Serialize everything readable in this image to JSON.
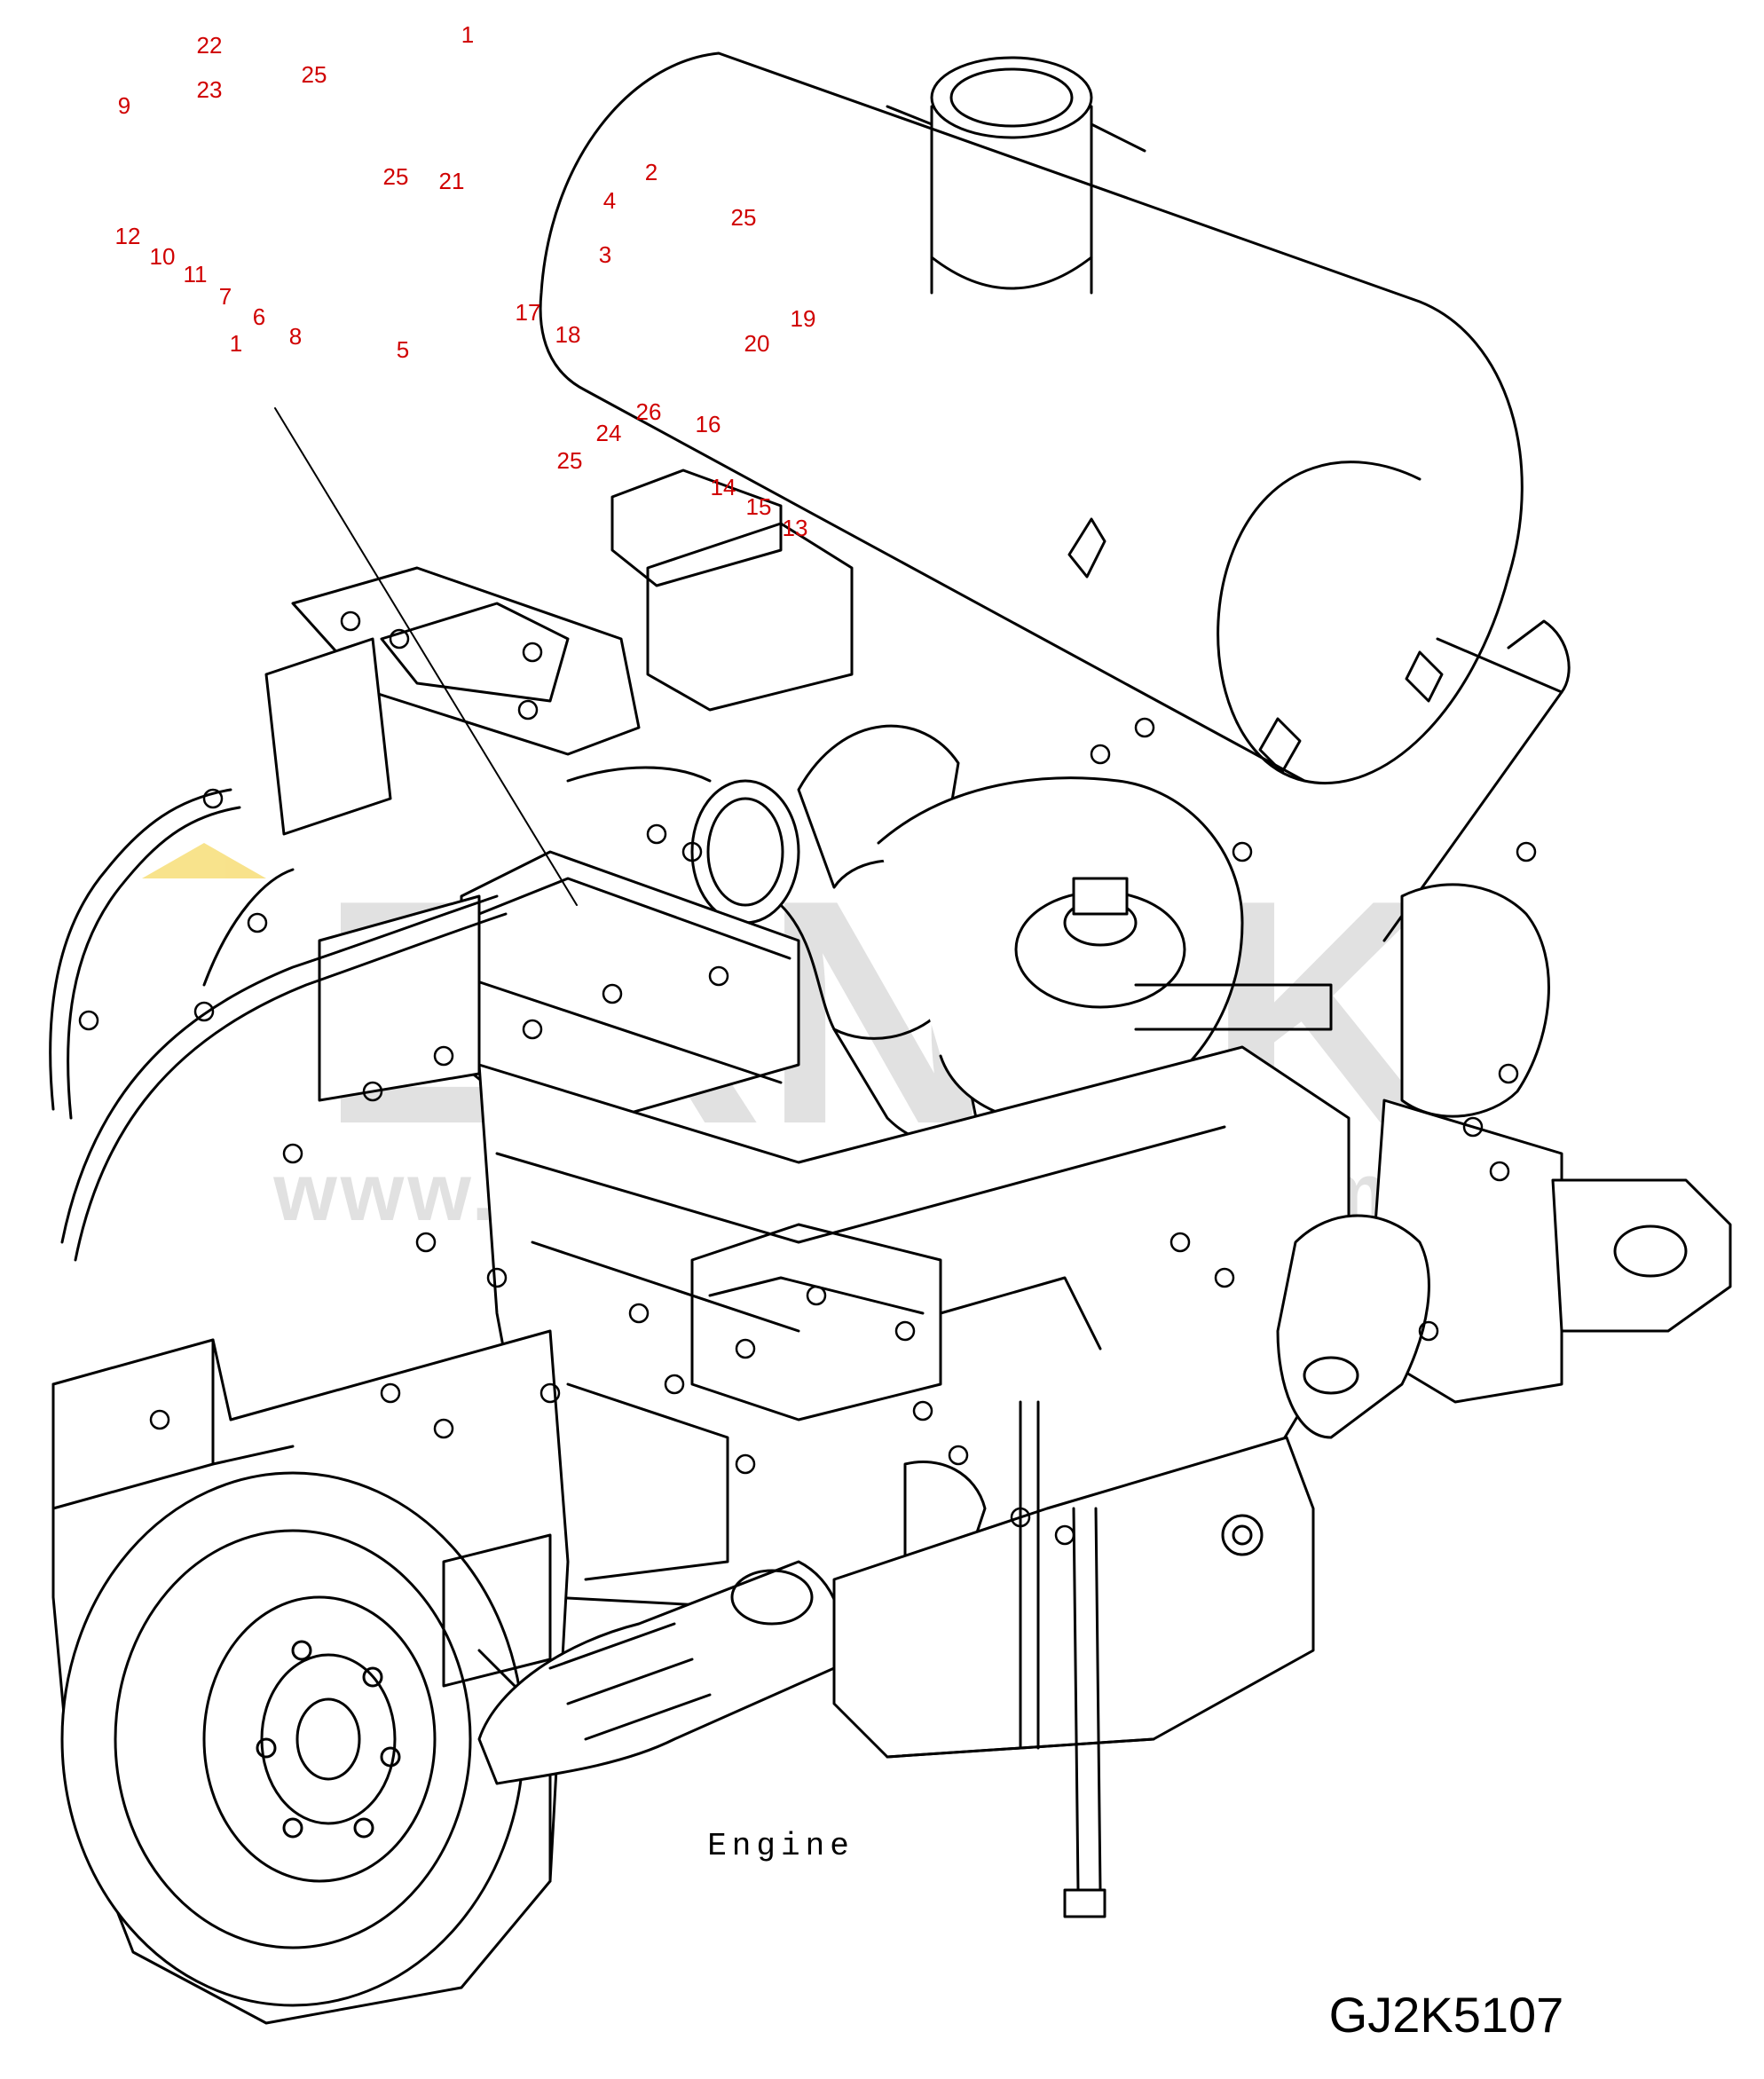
{
  "callouts": [
    {
      "label": "22"
    },
    {
      "label": "1"
    },
    {
      "label": "25"
    },
    {
      "label": "23"
    },
    {
      "label": "9"
    },
    {
      "label": "25"
    },
    {
      "label": "21"
    },
    {
      "label": "2"
    },
    {
      "label": "4"
    },
    {
      "label": "25"
    },
    {
      "label": "3"
    },
    {
      "label": "12"
    },
    {
      "label": "10"
    },
    {
      "label": "11"
    },
    {
      "label": "7"
    },
    {
      "label": "6"
    },
    {
      "label": "8"
    },
    {
      "label": "1"
    },
    {
      "label": "5"
    },
    {
      "label": "17"
    },
    {
      "label": "18"
    },
    {
      "label": "19"
    },
    {
      "label": "20"
    },
    {
      "label": "26"
    },
    {
      "label": "16"
    },
    {
      "label": "24"
    },
    {
      "label": "25"
    },
    {
      "label": "14"
    },
    {
      "label": "15"
    },
    {
      "label": "13"
    }
  ],
  "caption": "Engine",
  "drawing_code": "GJ2K5107",
  "watermark": {
    "brand": "ERNEK",
    "url": "www.ernekismakinasi.com.tr"
  },
  "colors": {
    "callout": "#d00000",
    "line": "#000000",
    "watermark": "#c8c8c8",
    "watermark_accent": "#f0c000"
  }
}
